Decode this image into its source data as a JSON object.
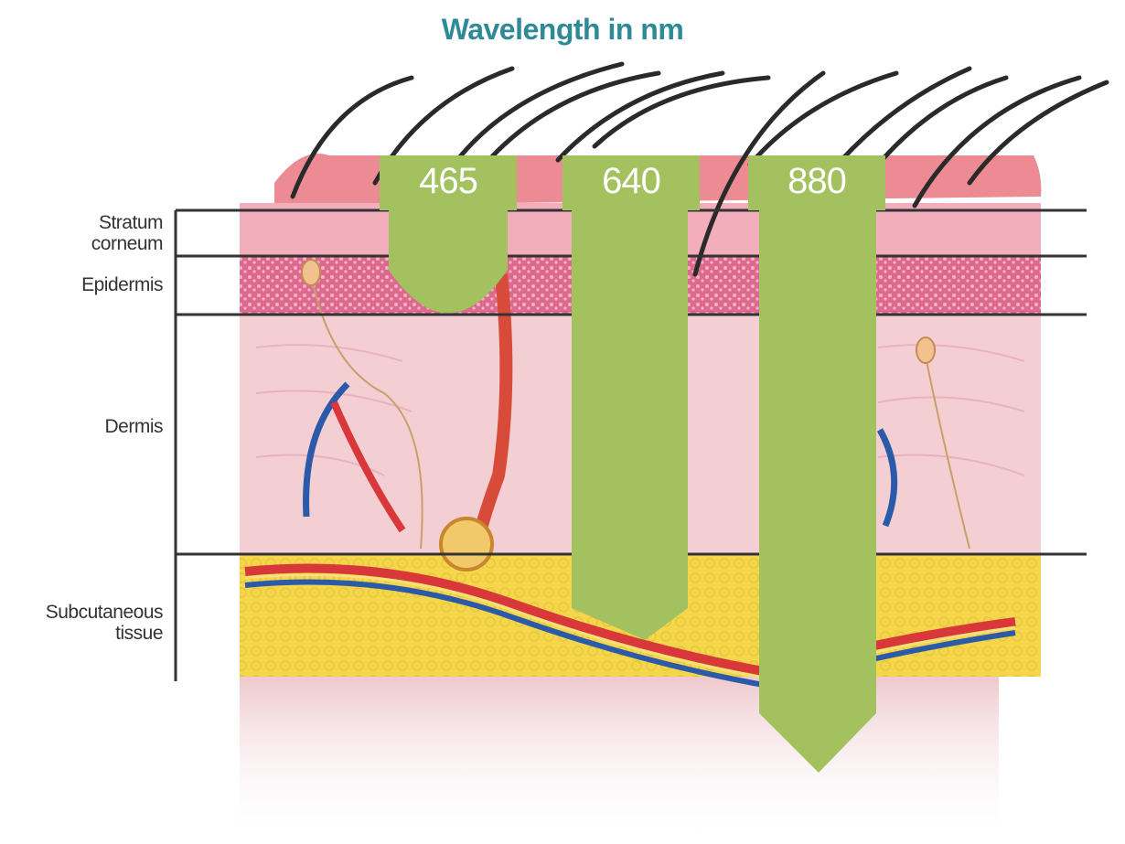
{
  "title": "Wavelength in nm",
  "layers": [
    {
      "key": "stratum",
      "line1": "Stratum",
      "line2": "corneum"
    },
    {
      "key": "epidermis",
      "line1": "Epidermis"
    },
    {
      "key": "dermis",
      "line1": "Dermis"
    },
    {
      "key": "subcutaneous",
      "line1": "Subcutaneous",
      "line2": "tissue"
    }
  ],
  "wavelengths": [
    {
      "value": "465",
      "reaches": "Epidermis"
    },
    {
      "value": "640",
      "reaches": "Subcutaneous tissue"
    },
    {
      "value": "880",
      "reaches": "Subcutaneous tissue (deepest)"
    }
  ],
  "colors": {
    "title": "#2f8a98",
    "penetration": "#a4c160",
    "line": "#333333",
    "skin": "#f2c9cf",
    "fat": "#f3d64b"
  }
}
